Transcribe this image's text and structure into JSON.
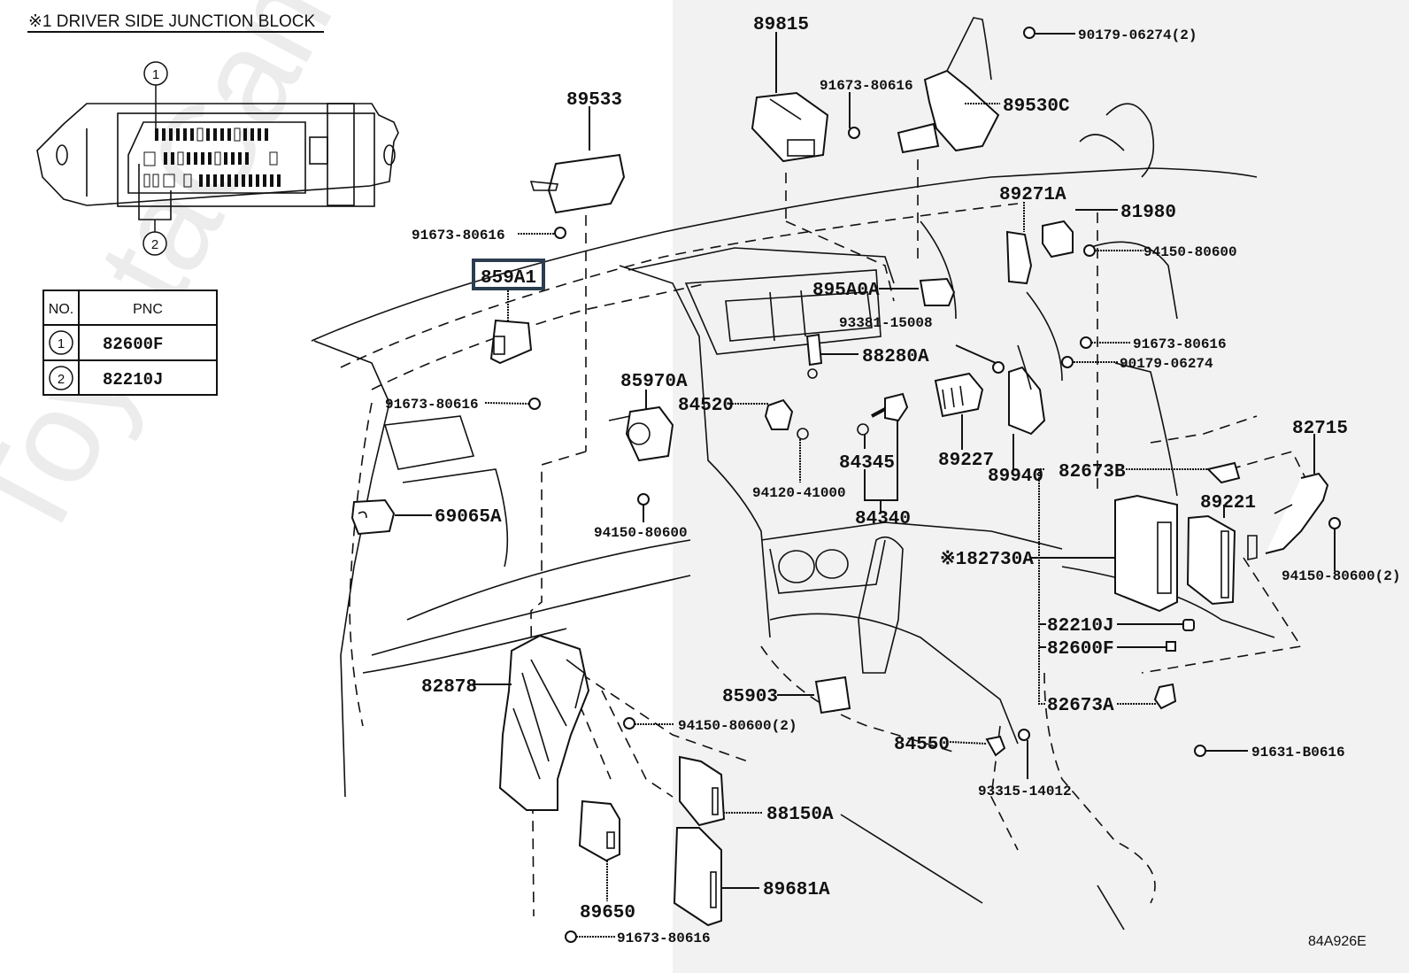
{
  "inset": {
    "title": "※1  DRIVER SIDE JUNCTION BLOCK",
    "callouts": [
      "1",
      "2"
    ]
  },
  "pnc_table": {
    "headers": [
      "NO.",
      "PNC"
    ],
    "rows": [
      {
        "no": "1",
        "pnc": "82600F"
      },
      {
        "no": "2",
        "pnc": "82210J"
      }
    ]
  },
  "parts": {
    "p89533": "89533",
    "p91673_a": "91673-80616",
    "p859A1": "859A1",
    "p91673_b": "91673-80616",
    "p85970A": "85970A",
    "p69065A": "69065A",
    "p94150_a": "94150-80600",
    "p82878": "82878",
    "p94150_2a": "94150-80600(2)",
    "p88150A": "88150A",
    "p89650": "89650",
    "p89681A": "89681A",
    "p91673_c": "91673-80616",
    "p85903": "85903",
    "p89815": "89815",
    "p91673_d": "91673-80616",
    "p89530C": "89530C",
    "p90179_2": "90179-06274(2)",
    "p89271A": "89271A",
    "p81980": "81980",
    "p94150_b": "94150-80600",
    "p895A0A": "895A0A",
    "p93381": "93381-15008",
    "p91673_e": "91673-80616",
    "p90179": "90179-06274",
    "p88280A": "88280A",
    "p84520": "84520",
    "p94120": "94120-41000",
    "p84345": "84345",
    "p84340": "84340",
    "p89227": "89227",
    "p89940": "89940",
    "p82673B": "82673B",
    "p82715": "82715",
    "p89221": "89221",
    "p82730A": "※182730A",
    "p94150_2b": "94150-80600(2)",
    "p82210J": "82210J",
    "p82600F": "82600F",
    "p82673A": "82673A",
    "p84550": "84550",
    "p93315": "93315-14012",
    "p91631": "91631-B0616"
  },
  "highlighted_part": "859A1",
  "diagram_code": "84A926E",
  "watermark": "ToyotaCamry.ru"
}
